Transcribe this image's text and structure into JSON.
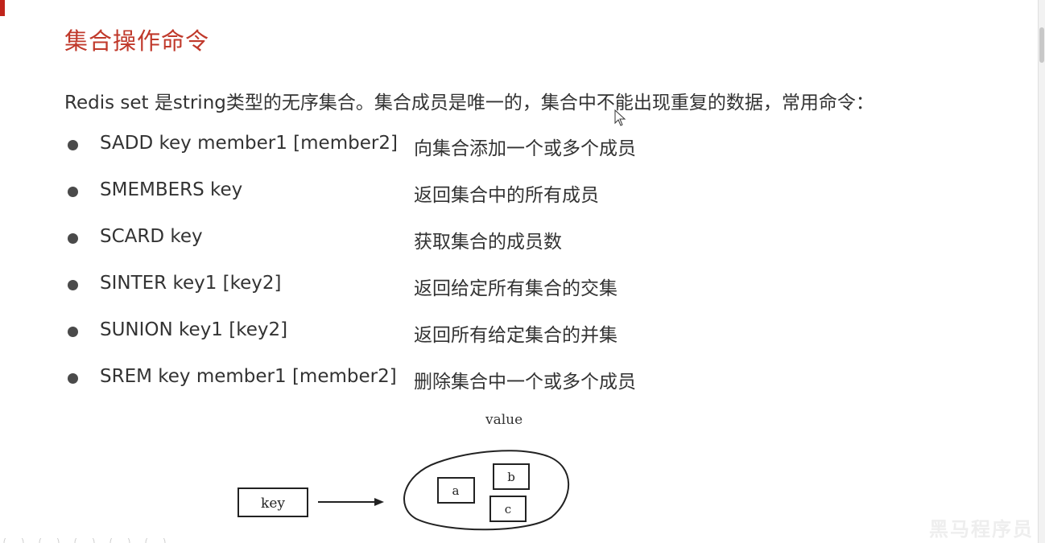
{
  "slide": {
    "title": "集合操作命令",
    "intro": "Redis set 是string类型的无序集合。集合成员是唯一的，集合中不能出现重复的数据，常用命令：",
    "commands": [
      {
        "cmd": "SADD key member1 [member2]",
        "desc": "向集合添加一个或多个成员"
      },
      {
        "cmd": "SMEMBERS key",
        "desc": "返回集合中的所有成员"
      },
      {
        "cmd": "SCARD key",
        "desc": "获取集合的成员数"
      },
      {
        "cmd": "SINTER key1 [key2]",
        "desc": "返回给定所有集合的交集"
      },
      {
        "cmd": "SUNION key1 [key2]",
        "desc": "返回所有给定集合的并集"
      },
      {
        "cmd": "SREM key member1 [member2]",
        "desc": "删除集合中一个或多个成员"
      }
    ]
  },
  "diagram": {
    "value_label": "value",
    "key_label": "key",
    "members": [
      "a",
      "b",
      "c"
    ]
  },
  "watermark": "黑马程序员",
  "colors": {
    "title": "#c0392b",
    "text": "#333333",
    "accent": "#c0241b"
  },
  "icons": [
    "mouse-cursor-icon",
    "bullet-icon",
    "arrow-right-icon"
  ]
}
